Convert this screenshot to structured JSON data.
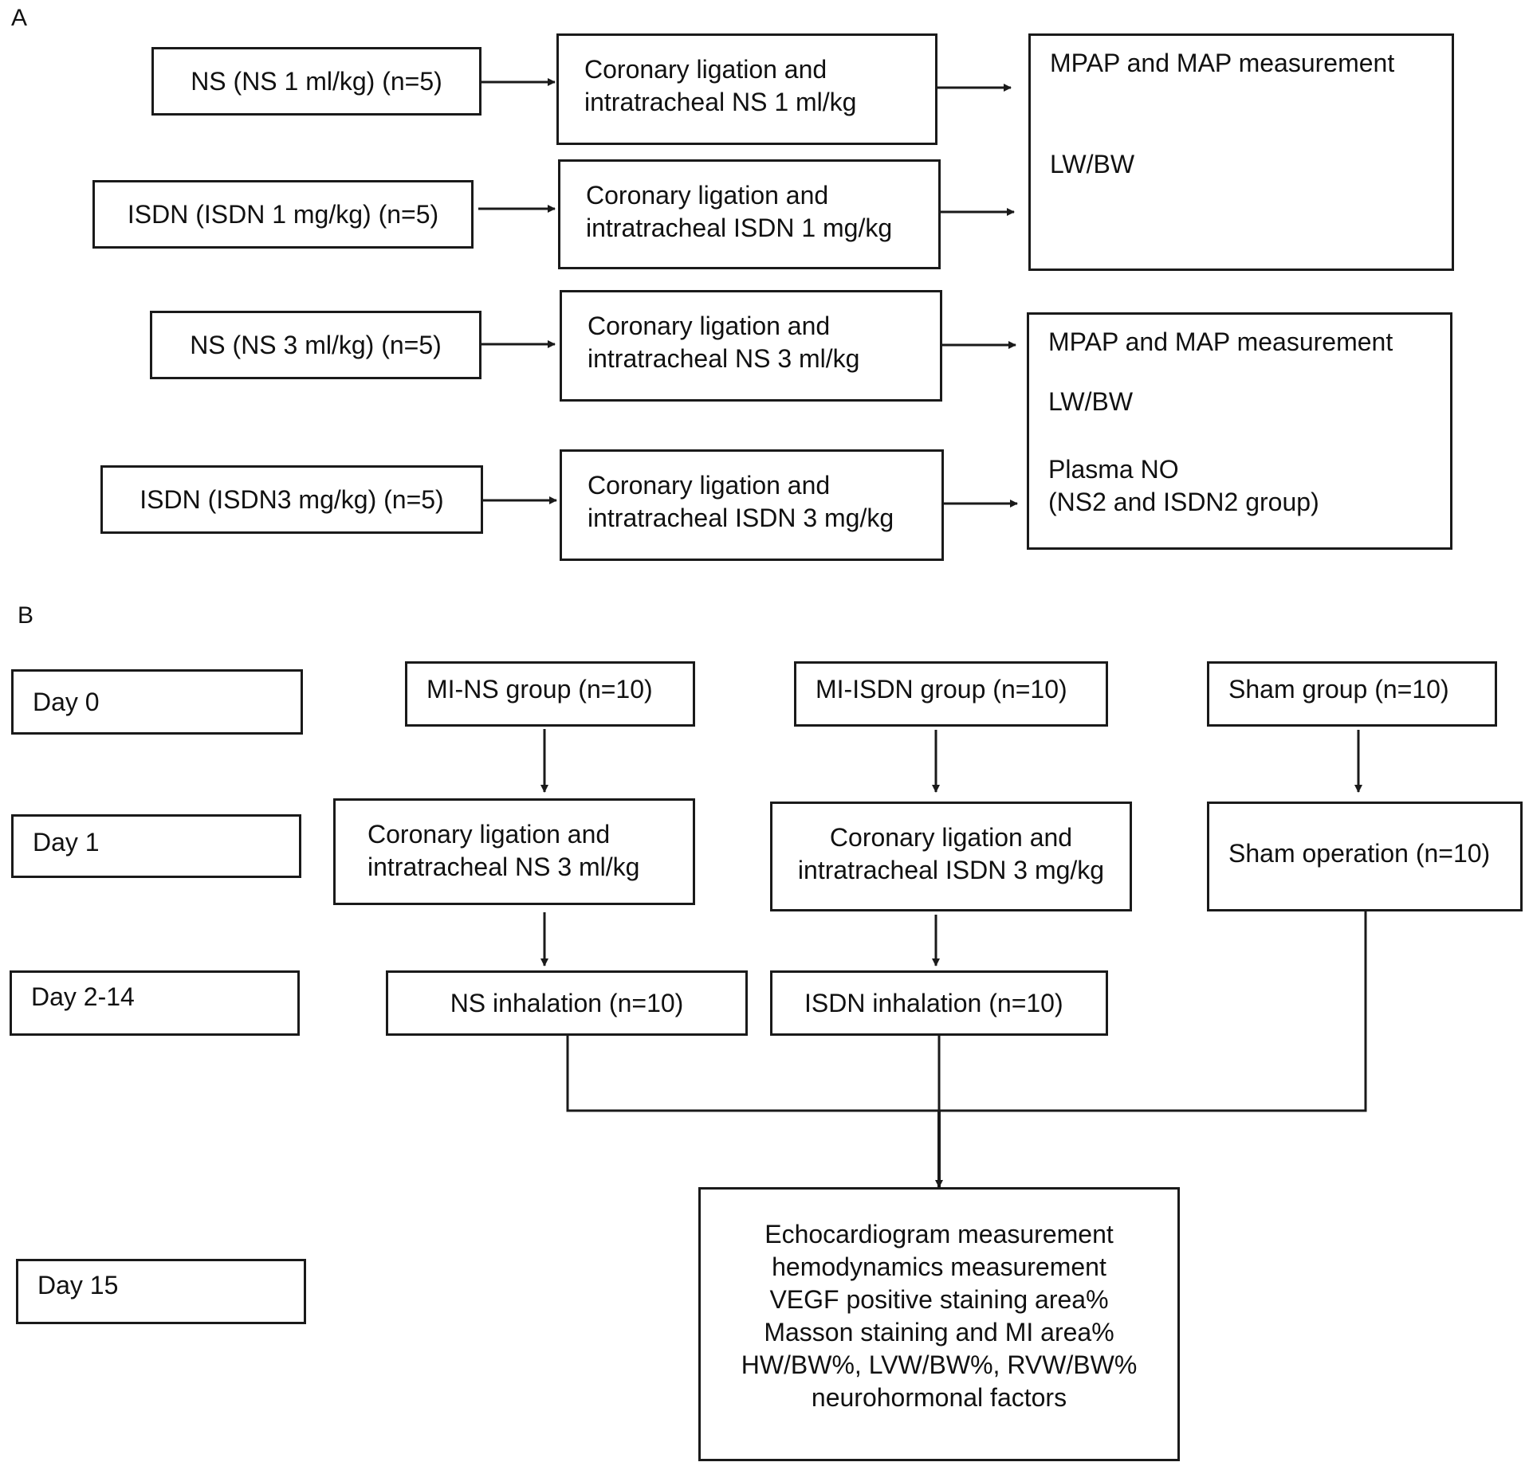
{
  "panels": {
    "a_label": "A",
    "b_label": "B"
  },
  "panel_a": {
    "groups": [
      "NS (NS 1 ml/kg) (n=5)",
      "ISDN (ISDN 1 mg/kg) (n=5)",
      "NS (NS 3 ml/kg) (n=5)",
      "ISDN (ISDN3 mg/kg) (n=5)"
    ],
    "procedures": [
      [
        "Coronary ligation and",
        "intratracheal NS 1 ml/kg"
      ],
      [
        "Coronary ligation and",
        "intratracheal ISDN 1 mg/kg"
      ],
      [
        "Coronary ligation and",
        "intratracheal NS 3 ml/kg"
      ],
      [
        "Coronary ligation and",
        "intratracheal ISDN 3 mg/kg"
      ]
    ],
    "outcome_1": [
      "MPAP and MAP measurement",
      "LW/BW"
    ],
    "outcome_2": [
      "MPAP and MAP measurement",
      "LW/BW",
      "Plasma NO",
      "(NS2 and ISDN2 group)"
    ]
  },
  "panel_b": {
    "days": [
      "Day 0",
      "Day 1",
      "Day 2-14",
      "Day 15"
    ],
    "groups": [
      "MI-NS group (n=10)",
      "MI-ISDN group (n=10)",
      "Sham group (n=10)"
    ],
    "day1": [
      [
        "Coronary ligation and",
        "intratracheal NS 3 ml/kg"
      ],
      [
        "Coronary ligation and",
        "intratracheal ISDN 3 mg/kg"
      ],
      [
        "Sham operation (n=10)"
      ]
    ],
    "inhalation": [
      "NS inhalation (n=10)",
      "ISDN inhalation (n=10)"
    ],
    "final": [
      "Echocardiogram measurement",
      "hemodynamics measurement",
      "VEGF positive staining area%",
      "Masson staining and MI area%",
      "HW/BW%, LVW/BW%, RVW/BW%",
      "neurohormonal factors"
    ]
  }
}
